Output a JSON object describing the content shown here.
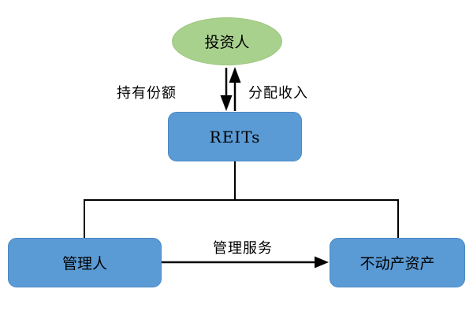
{
  "diagram": {
    "type": "flowchart",
    "background_color": "#ffffff",
    "colors": {
      "investor_fill": "#a9d18e",
      "box_fill": "#5b9bd5",
      "line_color": "#000000",
      "text_color": "#000000"
    },
    "nodes": {
      "investor": {
        "label": "投资人",
        "shape": "ellipse"
      },
      "reits": {
        "label": "REITs",
        "shape": "rounded-rectangle"
      },
      "manager": {
        "label": "管理人",
        "shape": "rounded-rectangle"
      },
      "real_estate": {
        "label": "不动产资产",
        "shape": "rounded-rectangle"
      }
    },
    "edges": {
      "hold_shares": {
        "label": "持有份额",
        "from": "investor",
        "to": "reits",
        "arrow": "down"
      },
      "distribute_income": {
        "label": "分配收入",
        "from": "reits",
        "to": "investor",
        "arrow": "up"
      },
      "management_service": {
        "label": "管理服务",
        "from": "manager",
        "to": "real_estate",
        "arrow": "right"
      },
      "reits_to_manager": {
        "label": "",
        "from": "reits",
        "to": "manager",
        "arrow": "none"
      },
      "reits_to_real_estate": {
        "label": "",
        "from": "reits",
        "to": "real_estate",
        "arrow": "none"
      }
    }
  }
}
